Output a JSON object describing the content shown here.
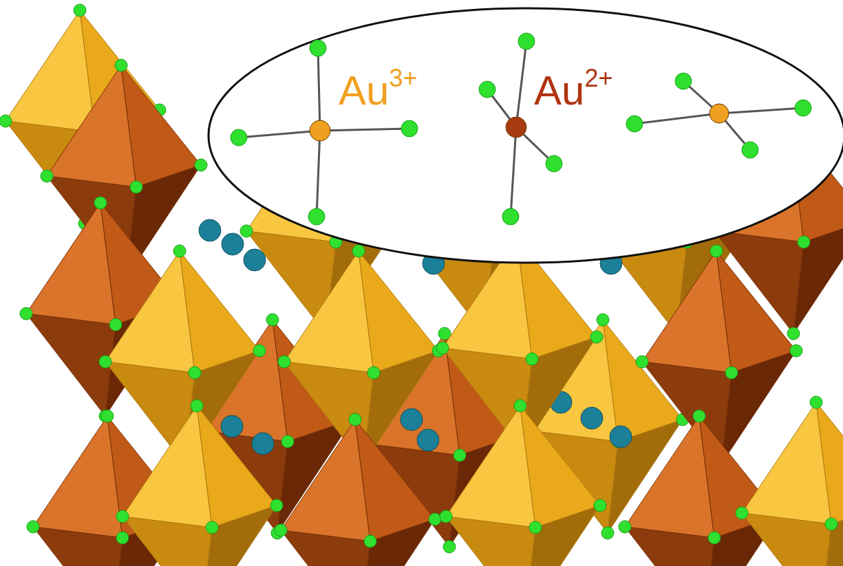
{
  "diagram": {
    "labels": [
      "Au",
      "3+",
      "Au",
      "2+"
    ]
  }
}
